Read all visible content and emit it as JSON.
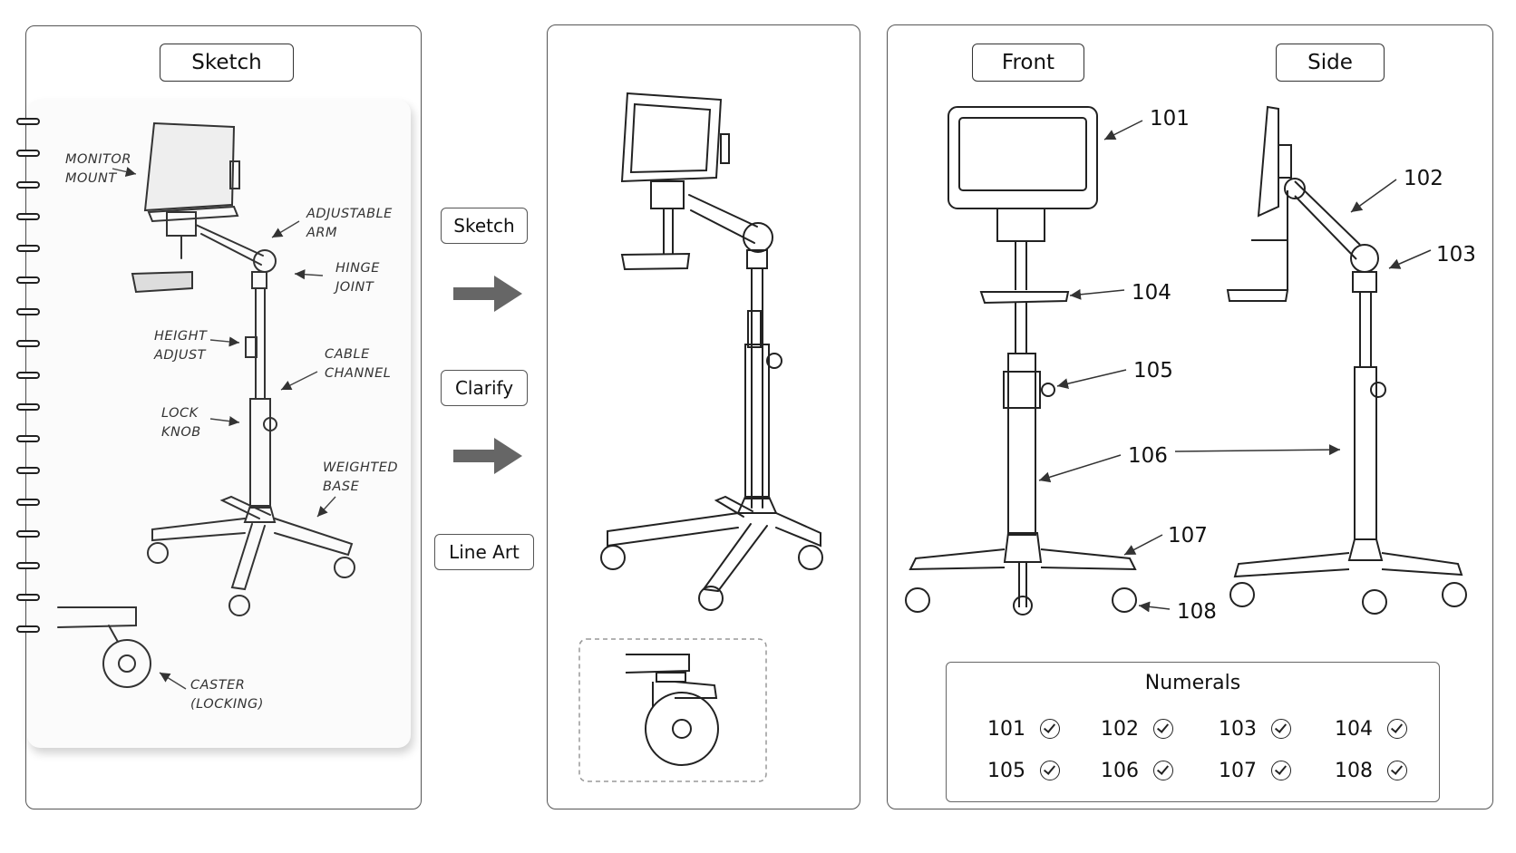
{
  "panels": {
    "sketch": {
      "tab": "Sketch",
      "annotations": [
        {
          "lines": [
            "MONITOR",
            "MOUNT"
          ]
        },
        {
          "lines": [
            "ADJUSTABLE",
            "ARM"
          ]
        },
        {
          "lines": [
            "HINGE",
            "JOINT"
          ]
        },
        {
          "lines": [
            "HEIGHT",
            "ADJUST"
          ]
        },
        {
          "lines": [
            "CABLE",
            "CHANNEL"
          ]
        },
        {
          "lines": [
            "LOCK",
            "KNOB"
          ]
        },
        {
          "lines": [
            "WEIGHTED",
            "BASE"
          ]
        },
        {
          "lines": [
            "CASTER",
            "(LOCKING)"
          ]
        }
      ]
    },
    "views": {
      "front_tab": "Front",
      "side_tab": "Side",
      "front_numerals": [
        "101",
        "104",
        "105",
        "106",
        "107",
        "108"
      ],
      "side_numerals": [
        "102",
        "103"
      ]
    }
  },
  "steps": [
    "Sketch",
    "Clarify",
    "Line Art"
  ],
  "numerals_table": {
    "title": "Numerals",
    "items": [
      "101",
      "102",
      "103",
      "104",
      "105",
      "106",
      "107",
      "108"
    ]
  }
}
